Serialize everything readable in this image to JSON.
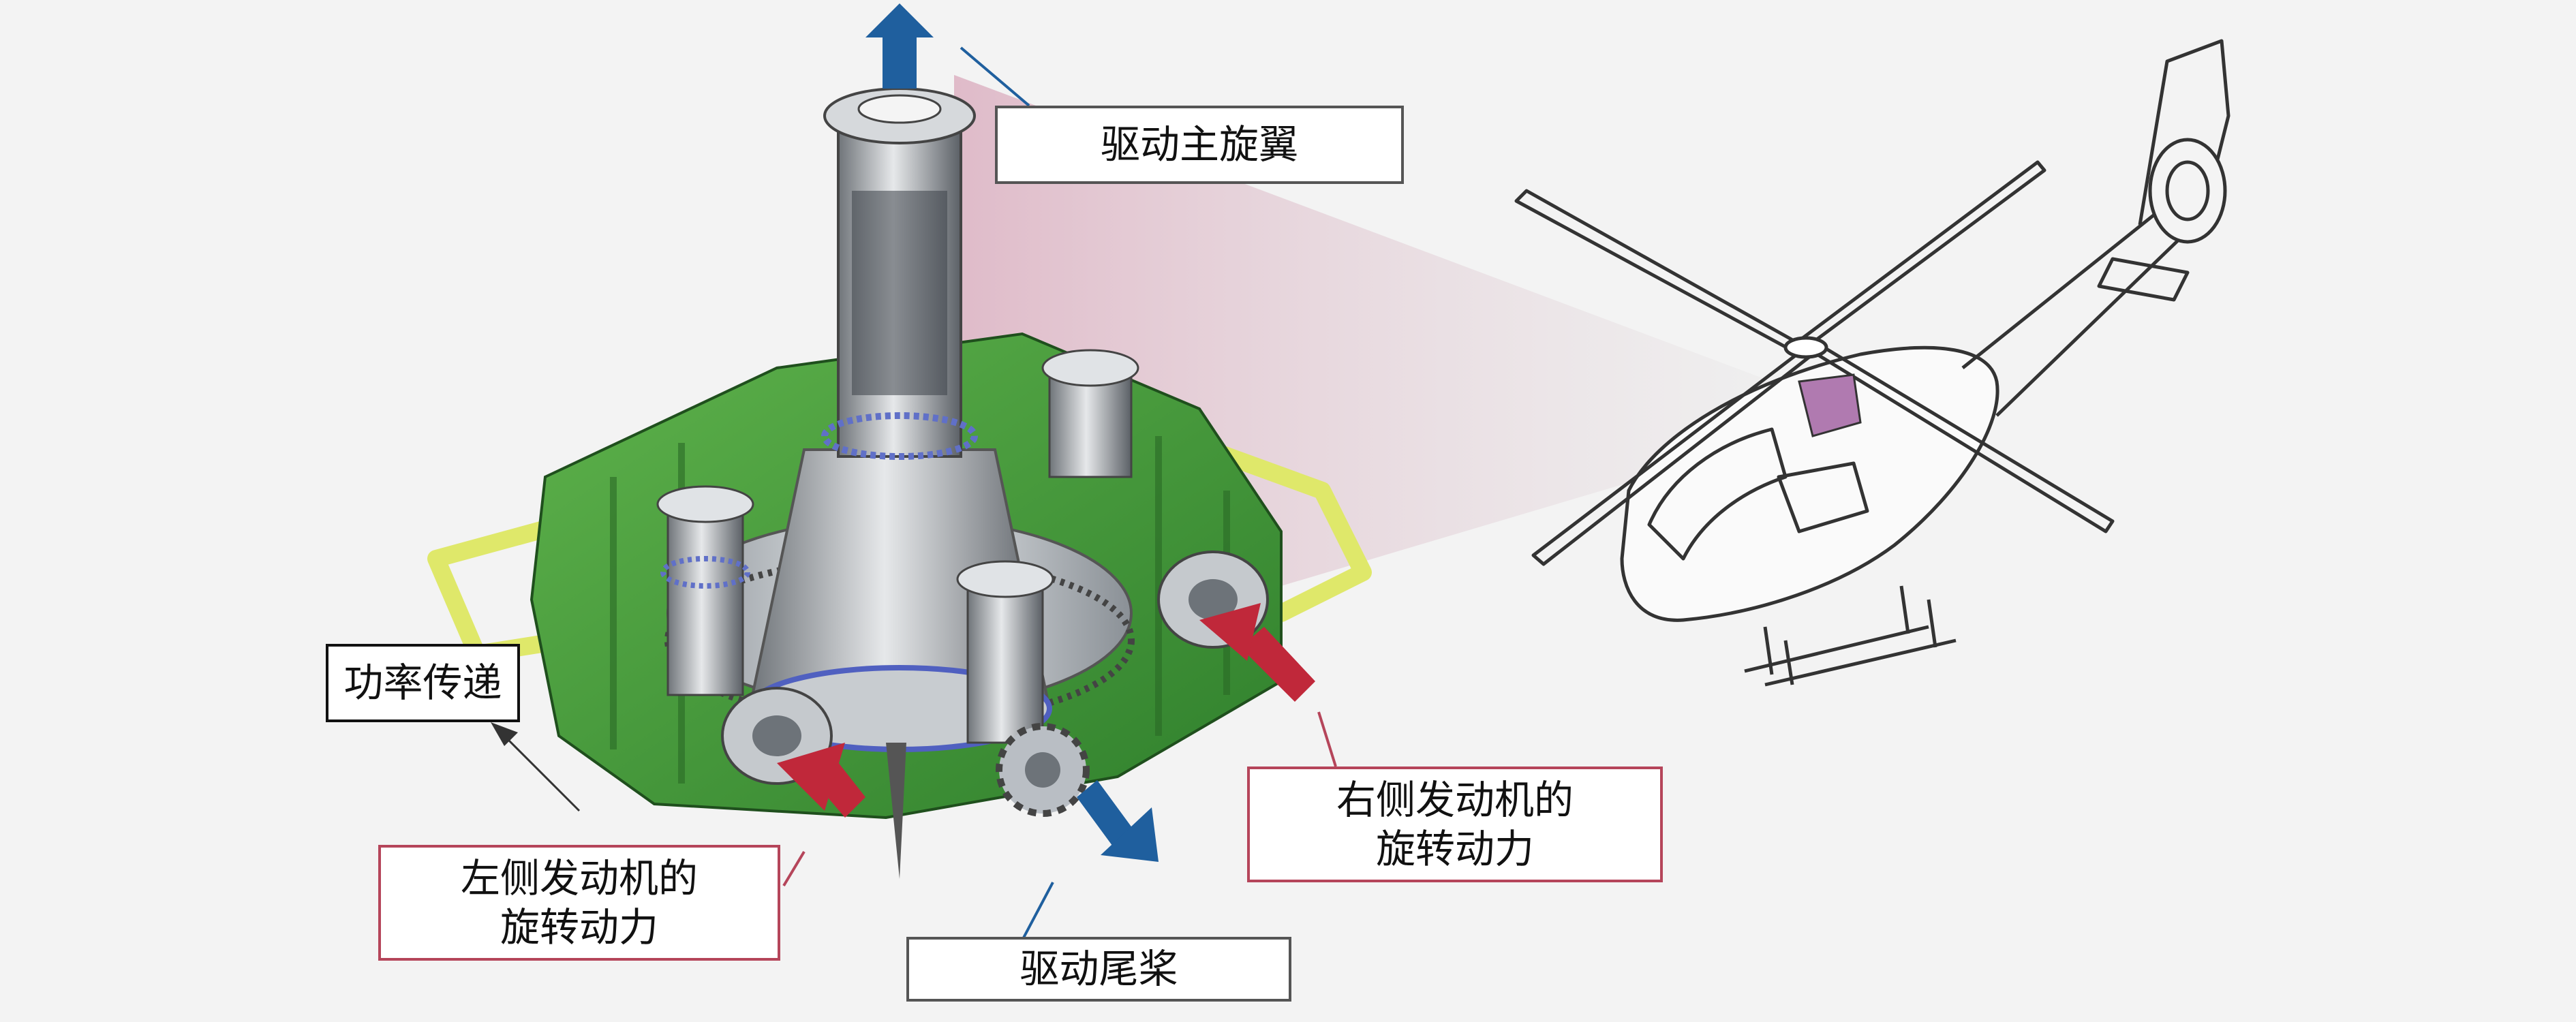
{
  "labels": {
    "drive_main_rotor": "驱动主旋翼",
    "power_transmission": "功率传递",
    "left_engine": {
      "line1": "左侧发动机的",
      "line2": "旋转动力"
    },
    "right_engine": {
      "line1": "右侧发动机的",
      "line2": "旋转动力"
    },
    "drive_tail_rotor": "驱动尾桨"
  },
  "colors": {
    "background": "#f3f3f3",
    "housing_green": "#3f9a3a",
    "frame_yellow": "#dfe86a",
    "metal_gray": "#b9bec4",
    "input_arrow_red": "#c0283a",
    "output_arrow_blue": "#1f5f9e",
    "callout_red": "#b5455a",
    "fan_highlight": "#c9a0b4",
    "helicopter_marker": "#b07ab0"
  }
}
